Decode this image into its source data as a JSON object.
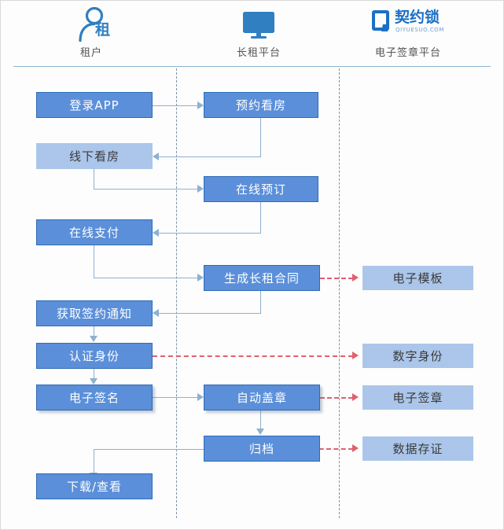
{
  "header": {
    "columns": [
      {
        "id": "tenant",
        "label": "租户",
        "icon": "person-icon",
        "badge": "租"
      },
      {
        "id": "platform",
        "label": "长租平台",
        "icon": "monitor-icon"
      },
      {
        "id": "esign",
        "label": "电子签章平台",
        "icon": "qiyuesuo-logo-icon",
        "brand_cn": "契约锁",
        "brand_en": "QIYUESUO.COM"
      }
    ]
  },
  "colors": {
    "primary_fill": "#5b8fd9",
    "primary_border": "#2f6cb5",
    "soft_fill": "#abc6ea",
    "connector": "#8fb0cf",
    "dashed_red": "#e0606e",
    "divider": "#7d93a8"
  },
  "nodes": [
    {
      "id": "login",
      "label": "登录APP",
      "lane": "tenant",
      "style": "primary"
    },
    {
      "id": "book-viewing",
      "label": "预约看房",
      "lane": "platform",
      "style": "primary"
    },
    {
      "id": "offline-view",
      "label": "线下看房",
      "lane": "tenant",
      "style": "soft"
    },
    {
      "id": "online-order",
      "label": "在线预订",
      "lane": "platform",
      "style": "primary"
    },
    {
      "id": "online-pay",
      "label": "在线支付",
      "lane": "tenant",
      "style": "primary"
    },
    {
      "id": "gen-contract",
      "label": "生成长租合同",
      "lane": "platform",
      "style": "primary"
    },
    {
      "id": "e-template",
      "label": "电子模板",
      "lane": "esign",
      "style": "soft"
    },
    {
      "id": "sign-notice",
      "label": "获取签约通知",
      "lane": "tenant",
      "style": "primary"
    },
    {
      "id": "verify-id",
      "label": "认证身份",
      "lane": "tenant",
      "style": "primary"
    },
    {
      "id": "digital-id",
      "label": "数字身份",
      "lane": "esign",
      "style": "soft"
    },
    {
      "id": "e-signature",
      "label": "电子签名",
      "lane": "tenant",
      "style": "primary"
    },
    {
      "id": "auto-seal",
      "label": "自动盖章",
      "lane": "platform",
      "style": "primary"
    },
    {
      "id": "e-seal",
      "label": "电子签章",
      "lane": "esign",
      "style": "soft"
    },
    {
      "id": "archive",
      "label": "归档",
      "lane": "platform",
      "style": "primary"
    },
    {
      "id": "data-proof",
      "label": "数据存证",
      "lane": "esign",
      "style": "soft"
    },
    {
      "id": "download",
      "label": "下载/查看",
      "lane": "tenant",
      "style": "primary"
    }
  ],
  "flows": [
    {
      "from": "login",
      "to": "book-viewing",
      "kind": "solid"
    },
    {
      "from": "book-viewing",
      "to": "offline-view",
      "kind": "solid"
    },
    {
      "from": "offline-view",
      "to": "online-order",
      "kind": "solid"
    },
    {
      "from": "online-order",
      "to": "online-pay",
      "kind": "solid"
    },
    {
      "from": "online-pay",
      "to": "gen-contract",
      "kind": "solid"
    },
    {
      "from": "gen-contract",
      "to": "e-template",
      "kind": "dashed-red"
    },
    {
      "from": "gen-contract",
      "to": "sign-notice",
      "kind": "solid"
    },
    {
      "from": "sign-notice",
      "to": "verify-id",
      "kind": "solid"
    },
    {
      "from": "verify-id",
      "to": "digital-id",
      "kind": "dashed-red"
    },
    {
      "from": "verify-id",
      "to": "e-signature",
      "kind": "solid"
    },
    {
      "from": "e-signature",
      "to": "auto-seal",
      "kind": "solid"
    },
    {
      "from": "auto-seal",
      "to": "e-seal",
      "kind": "dashed-red"
    },
    {
      "from": "auto-seal",
      "to": "archive",
      "kind": "solid"
    },
    {
      "from": "archive",
      "to": "data-proof",
      "kind": "dashed-red"
    },
    {
      "from": "archive",
      "to": "download",
      "kind": "solid"
    }
  ]
}
